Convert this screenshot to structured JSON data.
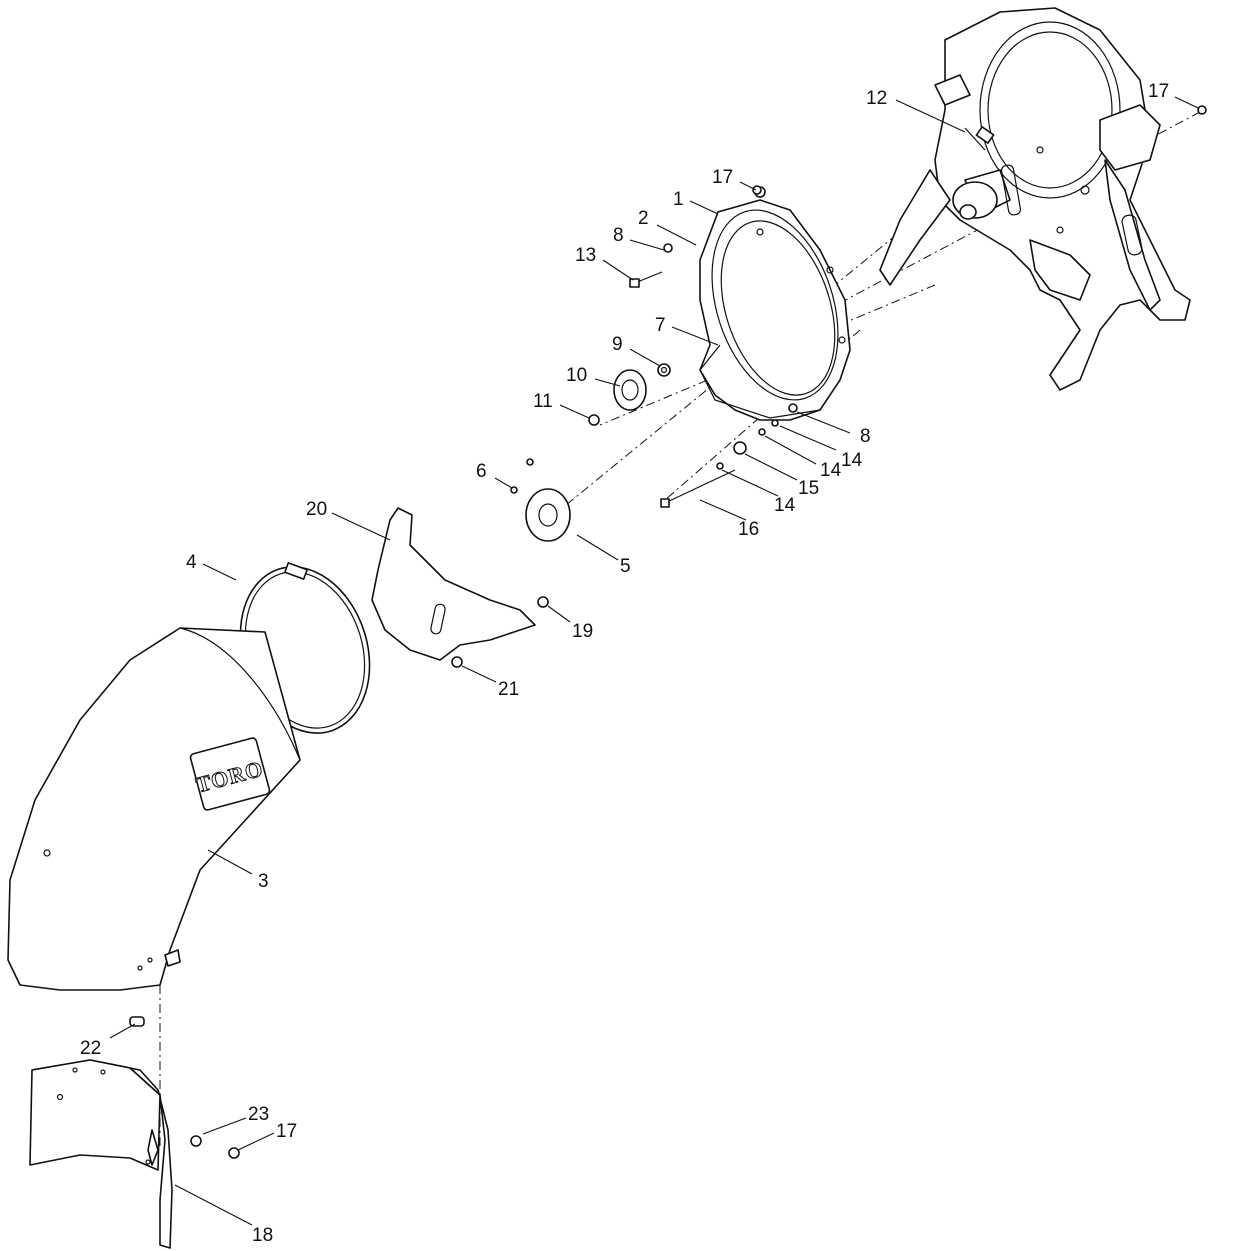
{
  "logo_text": "TORO",
  "callouts": [
    {
      "id": "c1",
      "label": "1"
    },
    {
      "id": "c2",
      "label": "2"
    },
    {
      "id": "c3",
      "label": "3"
    },
    {
      "id": "c4",
      "label": "4"
    },
    {
      "id": "c5",
      "label": "5"
    },
    {
      "id": "c6",
      "label": "6"
    },
    {
      "id": "c7",
      "label": "7"
    },
    {
      "id": "c8a",
      "label": "8"
    },
    {
      "id": "c8b",
      "label": "8"
    },
    {
      "id": "c9",
      "label": "9"
    },
    {
      "id": "c10",
      "label": "10"
    },
    {
      "id": "c11",
      "label": "11"
    },
    {
      "id": "c12",
      "label": "12"
    },
    {
      "id": "c13",
      "label": "13"
    },
    {
      "id": "c14a",
      "label": "14"
    },
    {
      "id": "c14b",
      "label": "14"
    },
    {
      "id": "c14c",
      "label": "14"
    },
    {
      "id": "c15",
      "label": "15"
    },
    {
      "id": "c16",
      "label": "16"
    },
    {
      "id": "c17a",
      "label": "17"
    },
    {
      "id": "c17b",
      "label": "17"
    },
    {
      "id": "c17c",
      "label": "17"
    },
    {
      "id": "c18",
      "label": "18"
    },
    {
      "id": "c19",
      "label": "19"
    },
    {
      "id": "c20",
      "label": "20"
    },
    {
      "id": "c21",
      "label": "21"
    },
    {
      "id": "c22",
      "label": "22"
    },
    {
      "id": "c23",
      "label": "23"
    }
  ]
}
